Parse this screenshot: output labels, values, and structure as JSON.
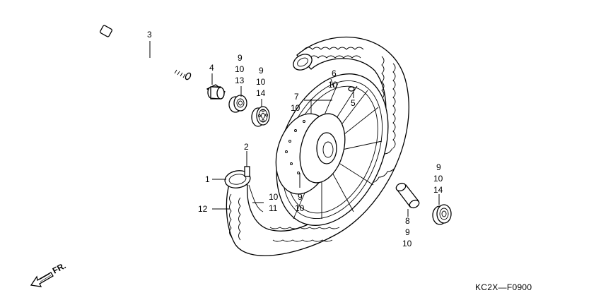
{
  "callouts": {
    "c3": "3",
    "c4": "4",
    "c9_10_13": [
      "9",
      "10",
      "13"
    ],
    "c9_10_14_top": [
      "9",
      "10",
      "14"
    ],
    "c6_10": [
      "6",
      "10"
    ],
    "c7_10": [
      "7",
      "10"
    ],
    "c5": "5",
    "c2": "2",
    "c1": "1",
    "c12": "12",
    "c10_11": [
      "10",
      "11"
    ],
    "c9_10_mid": [
      "9",
      "10"
    ],
    "c9_10_14_right": [
      "9",
      "10",
      "14"
    ],
    "c8_9_10": [
      "8",
      "9",
      "10"
    ]
  },
  "direction_label": "FR.",
  "diagram_code": "KC2X—F0900"
}
